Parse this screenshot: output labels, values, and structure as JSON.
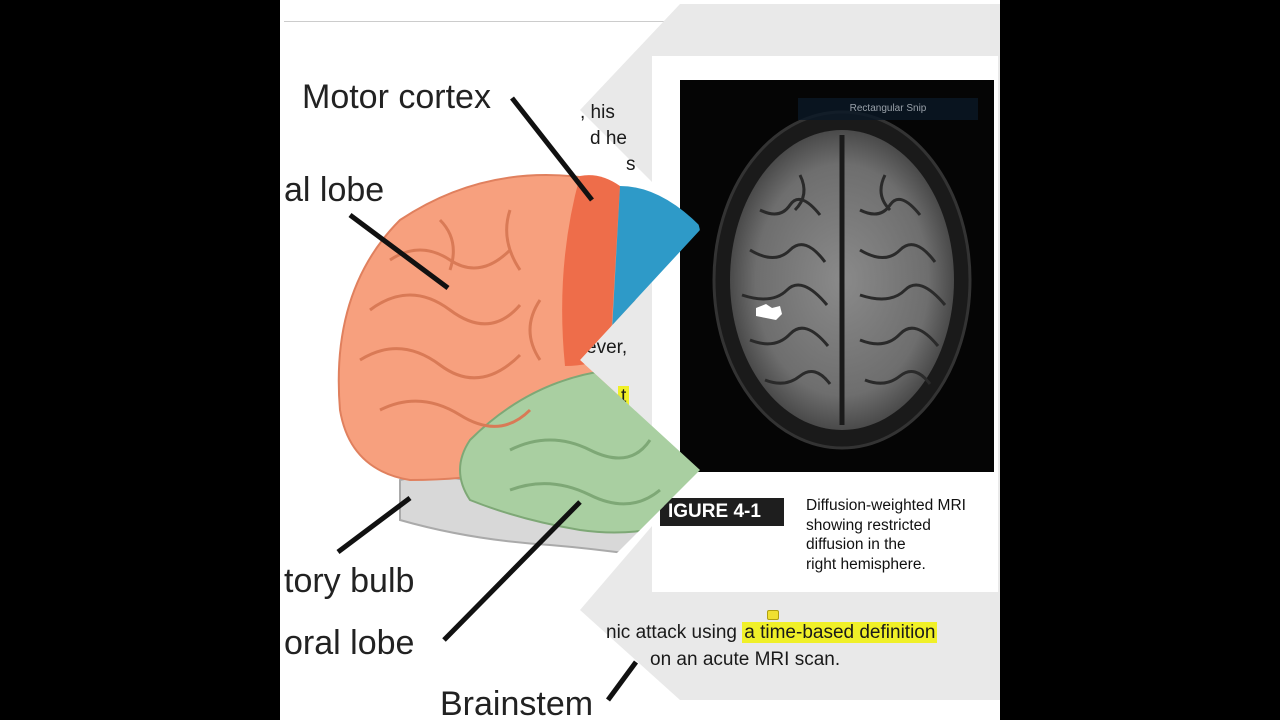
{
  "brain_labels": {
    "motor_cortex": "Motor cortex",
    "frontal_lobe": "al lobe",
    "olfactory_bulb": "tory bulb",
    "temporal_lobe": "oral lobe",
    "brainstem": "Brainstem"
  },
  "document_fragments": {
    "line1": ", his",
    "line2": "d he",
    "line3": "s",
    "line4": "ever,",
    "line5": "t"
  },
  "figure": {
    "label": "IGURE 4-1",
    "caption_lines": [
      "Diffusion-weighted MRI",
      "showing restricted",
      "diffusion in the",
      "right hemisphere."
    ],
    "snip_tooltip": "Rectangular Snip"
  },
  "bottom_text": {
    "line1_prefix": "nic attack using ",
    "line1_highlight": "a time-based definition",
    "line2": "on an acute MRI scan."
  },
  "colors": {
    "frontal": "#f7a07e",
    "motor": "#ee6d4a",
    "parietal": "#2e9ac8",
    "temporal": "#a9cfa1",
    "highlight": "#f0f028",
    "background_gray": "#e9e9e9"
  }
}
